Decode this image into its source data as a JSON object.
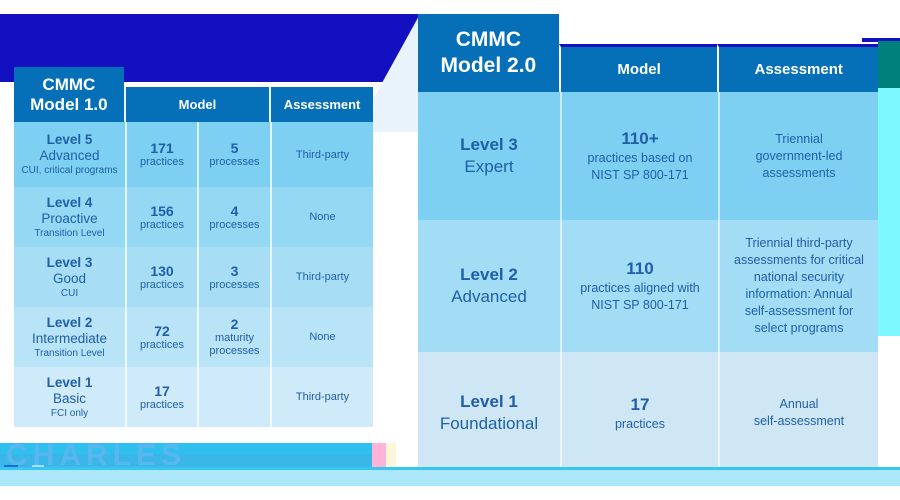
{
  "decor": {
    "watermark_text": "CHARLES",
    "accent_dark_blue": "#1310c0",
    "accent_header_blue": "#0570b8",
    "accent_text_blue": "#1f5fa8",
    "accent_cyan": "#7df8ff",
    "accent_teal": "#00807d",
    "accent_band": "#ade7fb"
  },
  "left_table": {
    "title": "CMMC\nModel 1.0",
    "title_line1": "CMMC",
    "title_line2": "Model 1.0",
    "headers": [
      "Model",
      "Assessment"
    ],
    "rows": [
      {
        "level": "Level 5",
        "name": "Advanced",
        "desc": "CUI, critical programs",
        "practices_num": "171",
        "practices_unit": "practices",
        "processes_num": "5",
        "processes_unit": "processes",
        "assessment": "Third-party"
      },
      {
        "level": "Level 4",
        "name": "Proactive",
        "desc": "Transition Level",
        "practices_num": "156",
        "practices_unit": "practices",
        "processes_num": "4",
        "processes_unit": "processes",
        "assessment": "None"
      },
      {
        "level": "Level 3",
        "name": "Good",
        "desc": "CUI",
        "practices_num": "130",
        "practices_unit": "practices",
        "processes_num": "3",
        "processes_unit": "processes",
        "assessment": "Third-party"
      },
      {
        "level": "Level 2",
        "name": "Intermediate",
        "desc": "Transition Level",
        "practices_num": "72",
        "practices_unit": "practices",
        "processes_num": "2",
        "processes_unit": "maturity\nprocesses",
        "assessment": "None"
      },
      {
        "level": "Level 1",
        "name": "Basic",
        "desc": "FCI only",
        "practices_num": "17",
        "practices_unit": "practices",
        "processes_num": "",
        "processes_unit": "",
        "assessment": "Third-party"
      }
    ]
  },
  "right_table": {
    "title_line1": "CMMC",
    "title_line2": "Model 2.0",
    "headers": [
      "Model",
      "Assessment"
    ],
    "rows": [
      {
        "level": "Level 3",
        "name": "Expert",
        "model_num": "110+",
        "model_desc": "practices based on\nNIST SP 800-171",
        "assessment": "Triennial\ngovernment-led\nassessments"
      },
      {
        "level": "Level 2",
        "name": "Advanced",
        "model_num": "110",
        "model_desc": "practices aligned with\nNIST SP 800-171",
        "assessment": "Triennial third-party\nassessments for critical\nnational security\ninformation: Annual\nself-assessment for\nselect programs"
      },
      {
        "level": "Level 1",
        "name": "Foundational",
        "model_num": "17",
        "model_desc": "practices",
        "assessment": "Annual\nself-assessment"
      }
    ]
  }
}
